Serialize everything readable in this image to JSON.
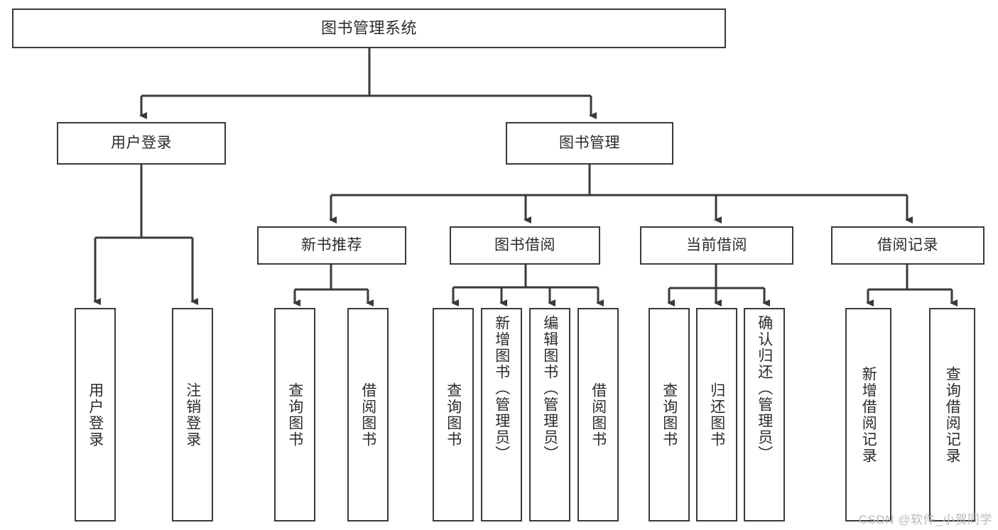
{
  "diagram": {
    "title": "图书管理系统",
    "type": "tree-hierarchy-diagram",
    "colors": {
      "border": "#3a3a3a",
      "text": "#2b2b2b",
      "background": "#ffffff",
      "watermark": "#b9b9b9"
    },
    "root": {
      "label": "图书管理系统"
    },
    "level1": [
      {
        "id": "user-login",
        "label": "用户登录"
      },
      {
        "id": "book-management",
        "label": "图书管理"
      }
    ],
    "level2": [
      {
        "id": "new-book-recommend",
        "label": "新书推荐"
      },
      {
        "id": "book-borrow",
        "label": "图书借阅"
      },
      {
        "id": "current-borrow",
        "label": "当前借阅"
      },
      {
        "id": "borrow-record",
        "label": "借阅记录"
      }
    ],
    "leaves": {
      "user_login": [
        {
          "id": "leaf-user-login",
          "label": "用户登录"
        },
        {
          "id": "leaf-logout-login",
          "label": "注销登录"
        }
      ],
      "new_book_recommend": [
        {
          "id": "leaf-query-book-1",
          "label": "查询图书"
        },
        {
          "id": "leaf-borrow-book-1",
          "label": "借阅图书"
        }
      ],
      "book_borrow": [
        {
          "id": "leaf-query-book-2",
          "label": "查询图书"
        },
        {
          "id": "leaf-add-book",
          "label": "新增图书（管理员）"
        },
        {
          "id": "leaf-edit-book",
          "label": "编辑图书（管理员）"
        },
        {
          "id": "leaf-borrow-book-2",
          "label": "借阅图书"
        }
      ],
      "current_borrow": [
        {
          "id": "leaf-query-book-3",
          "label": "查询图书"
        },
        {
          "id": "leaf-return-book",
          "label": "归还图书"
        },
        {
          "id": "leaf-confirm-return",
          "label": "确认归还（管理员）"
        }
      ],
      "borrow_record": [
        {
          "id": "leaf-add-record",
          "label": "新增借阅记录"
        },
        {
          "id": "leaf-query-record",
          "label": "查询借阅记录"
        }
      ]
    }
  },
  "watermark": {
    "text": "CSDN @软件_小贺同学"
  }
}
